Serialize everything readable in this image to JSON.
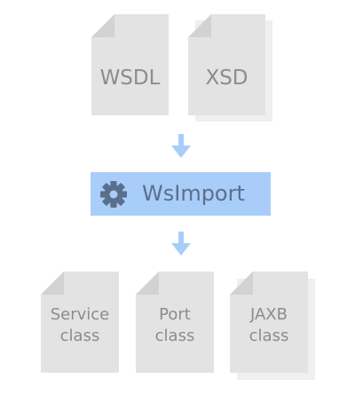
{
  "inputs": [
    {
      "label": "WSDL",
      "stacked": false
    },
    {
      "label": "XSD",
      "stacked": true
    }
  ],
  "tool": {
    "label": "WsImport",
    "icon": "gear-icon"
  },
  "outputs": [
    {
      "label": "Service\nclass",
      "stacked": false
    },
    {
      "label": "Port\nclass",
      "stacked": false
    },
    {
      "label": "JAXB\nclass",
      "stacked": true
    }
  ],
  "colors": {
    "document": "#e3e3e3",
    "document_shadow": "#efefef",
    "document_fold": "#d2d2d2",
    "document_text": "#8c8c8c",
    "arrow": "#a9cdf9",
    "tool_fill": "#a9cdf9",
    "tool_text": "#5a6f8c"
  }
}
